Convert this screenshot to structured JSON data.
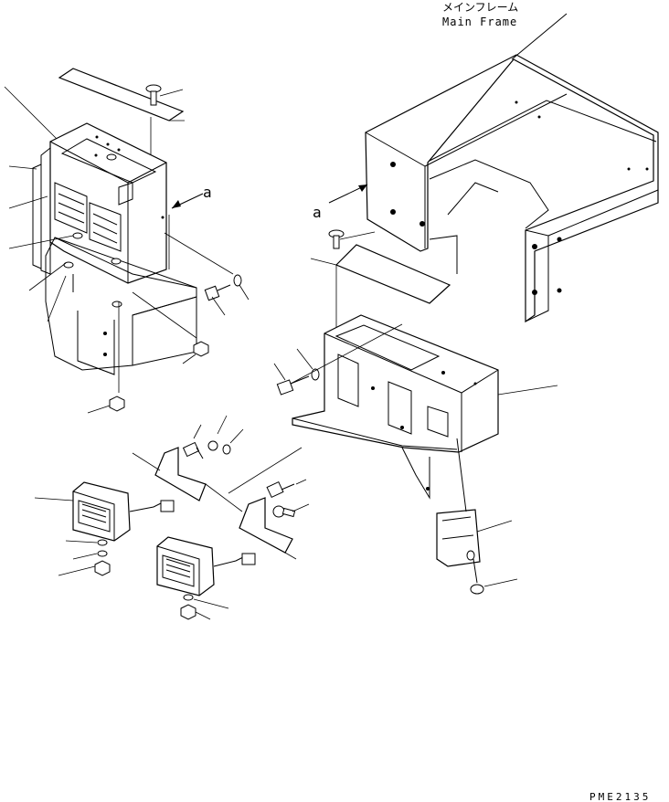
{
  "header": {
    "title_jp": "メインフレーム",
    "title_en": "Main Frame"
  },
  "callouts": {
    "view_marker_left": "a",
    "view_marker_right": "a"
  },
  "footer": {
    "drawing_code": "PME2135"
  }
}
